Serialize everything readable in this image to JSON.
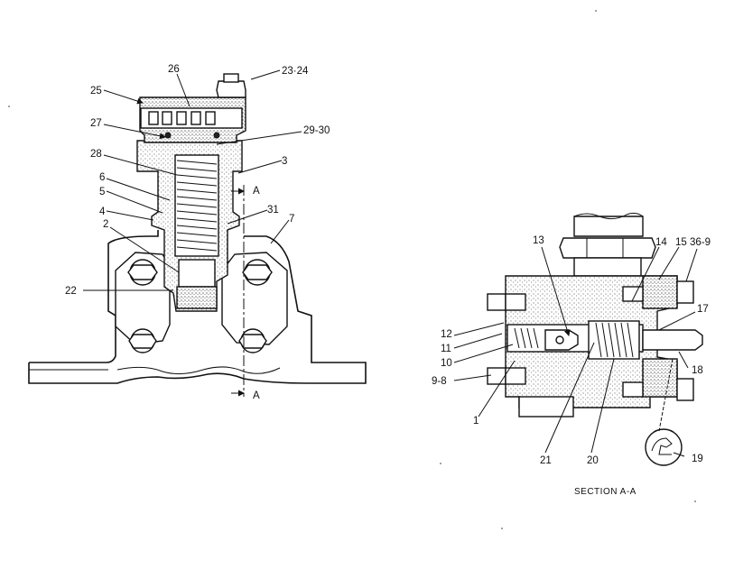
{
  "labels": {
    "l26": "26",
    "l2324": "23·24",
    "l25": "25",
    "l27": "27",
    "l2930": "29-30",
    "l28": "28",
    "l3": "3",
    "l6": "6",
    "l5": "5",
    "lA_top": "A",
    "l4": "4",
    "l31": "31",
    "l7": "7",
    "l2": "2",
    "l22": "22",
    "lA_bot": "A",
    "l13": "13",
    "l14": "14",
    "l15": "15",
    "l369": "36-9",
    "l17": "17",
    "l12": "12",
    "l11": "11",
    "l10": "10",
    "l98": "9-8",
    "l18": "18",
    "l1": "1",
    "l21": "21",
    "l20": "20",
    "l19": "19"
  },
  "caption": "SECTION A-A"
}
